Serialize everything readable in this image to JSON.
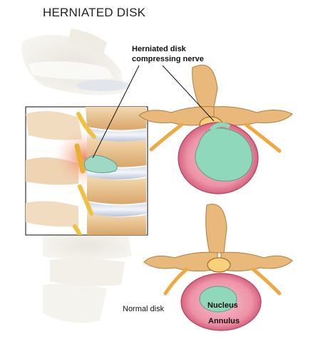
{
  "title": "HERNIATED DISK",
  "labels": {
    "herniated_line1": "Herniated disk",
    "herniated_line2": "compressing nerve",
    "normal_disk": "Normal disk",
    "nucleus": "Nucleus",
    "annulus": "Annulus"
  },
  "colors": {
    "bone": "#ddd6c4",
    "vertebra": "#e8b97a",
    "disk_outer": "#e88aa0",
    "nucleus": "#8fd8bc",
    "nerve": "#f0c040",
    "inflammation": "#f08a6a"
  }
}
